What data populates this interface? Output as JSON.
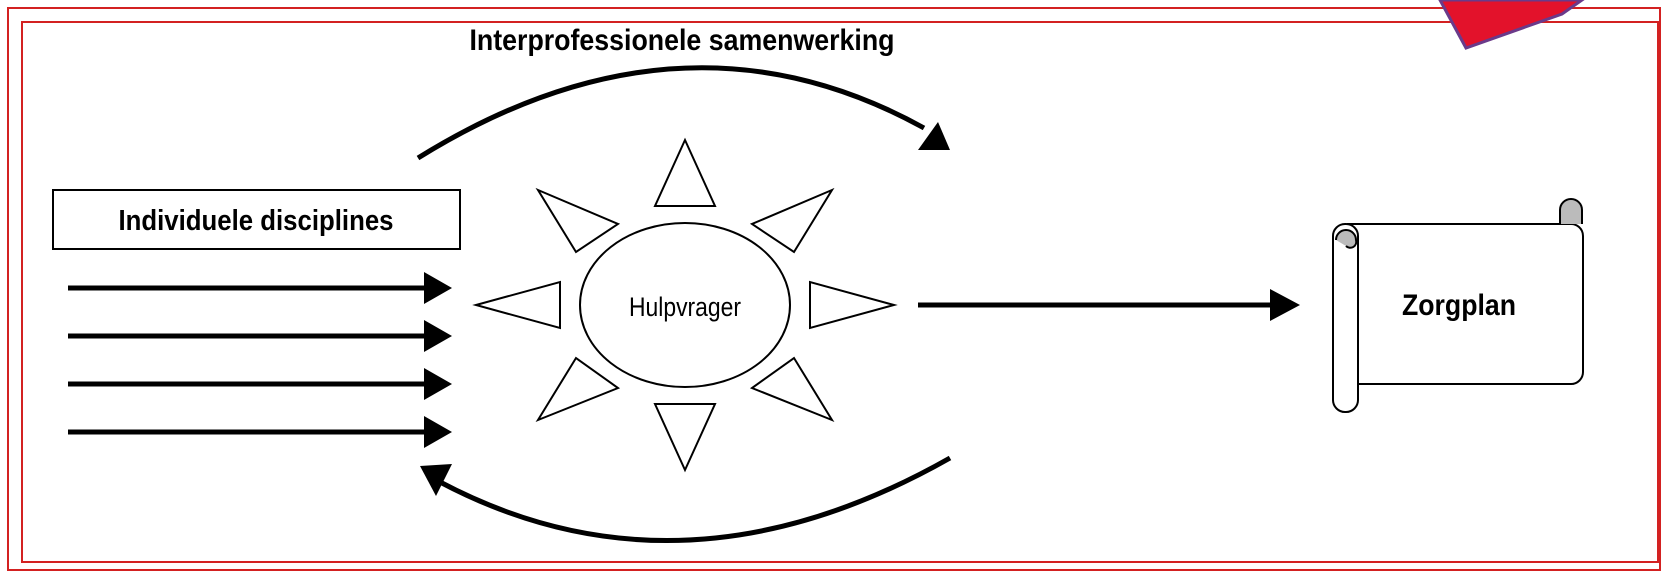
{
  "diagram": {
    "title": "Interprofessionele samenwerking",
    "left_box_label": "Individuele disciplines",
    "center_label": "Hulpvrager",
    "right_label": "Zorgplan"
  },
  "colors": {
    "frame": "#d32121",
    "corner_accent": "#e3122b",
    "corner_accent_edge": "#6a3a8a",
    "ink": "#000000",
    "background": "#ffffff"
  }
}
